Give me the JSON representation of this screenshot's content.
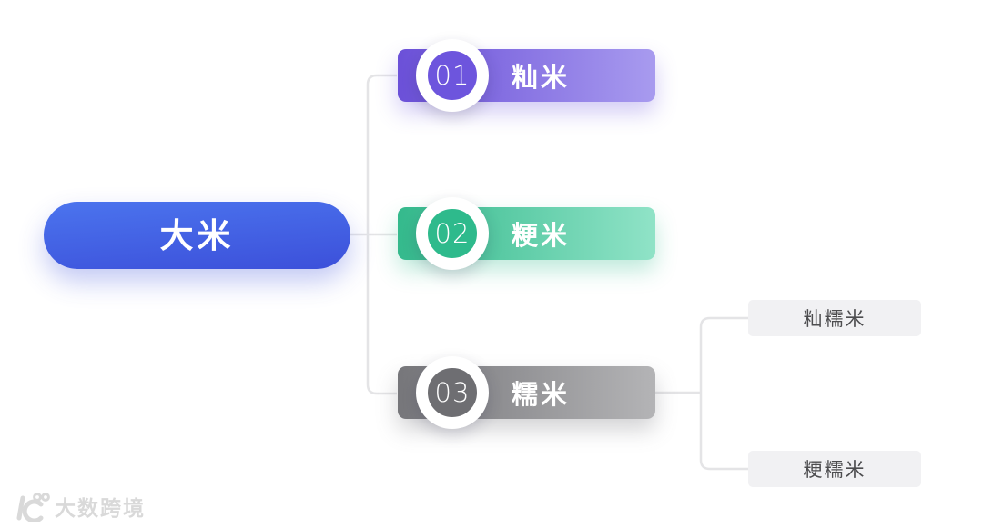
{
  "root": {
    "label": "大米",
    "gradient": [
      "#4b74ee",
      "#3c50da"
    ]
  },
  "branches": [
    {
      "number": "01",
      "label": "籼米",
      "gradient": [
        "#6b50d8",
        "#a89bef"
      ],
      "badge_color": "#6d55dd"
    },
    {
      "number": "02",
      "label": "粳米",
      "gradient": [
        "#34b98c",
        "#90e3c7"
      ],
      "badge_color": "#2eba8c"
    },
    {
      "number": "03",
      "label": "糯米",
      "gradient": [
        "#76767a",
        "#b4b4b6"
      ],
      "badge_color": "#6e6e72",
      "children": [
        {
          "label": "籼糯米"
        },
        {
          "label": "粳糯米"
        }
      ]
    }
  ],
  "connectors": {
    "color": "#e4e4e6"
  },
  "watermark": {
    "text": "大数跨境",
    "color": "#d9d9d9"
  }
}
